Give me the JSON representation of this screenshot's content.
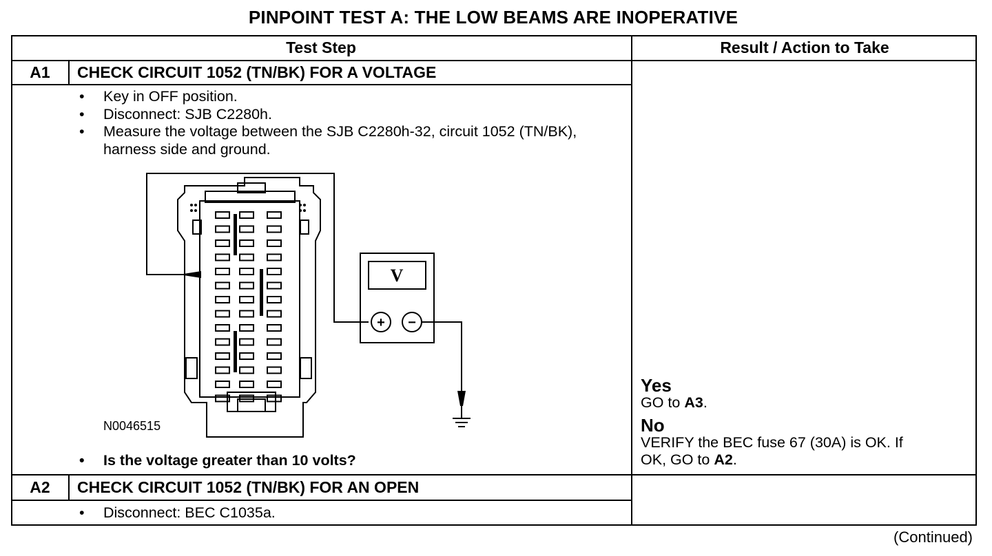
{
  "title": "PINPOINT TEST  A: THE LOW BEAMS ARE INOPERATIVE",
  "header": {
    "col1": "Test Step",
    "col2": "Result / Action to Take"
  },
  "steps": [
    {
      "id": "A1",
      "heading": "CHECK CIRCUIT 1052 (TN/BK) FOR A VOLTAGE",
      "bullets": [
        "Key in OFF position.",
        "Disconnect: SJB C2280h.",
        "Measure the voltage between the SJB C2280h-32, circuit 1052 (TN/BK), harness side and ground."
      ],
      "figure_id": "N0046515",
      "meter_label": "V",
      "meter_plus": "+",
      "meter_minus": "−",
      "question": "Is the voltage greater than 10 volts?",
      "results": {
        "yes_label": "Yes",
        "yes_prefix": "GO to ",
        "yes_target": "A3",
        "yes_suffix": ".",
        "no_label": "No",
        "no_line1": "VERIFY the BEC fuse 67 (30A) is OK. If",
        "no_prefix": "OK, GO to ",
        "no_target": "A2",
        "no_suffix": "."
      }
    },
    {
      "id": "A2",
      "heading": "CHECK CIRCUIT 1052 (TN/BK) FOR AN OPEN",
      "bullets": [
        "Disconnect: BEC C1035a."
      ]
    }
  ],
  "footer": "(Continued)"
}
